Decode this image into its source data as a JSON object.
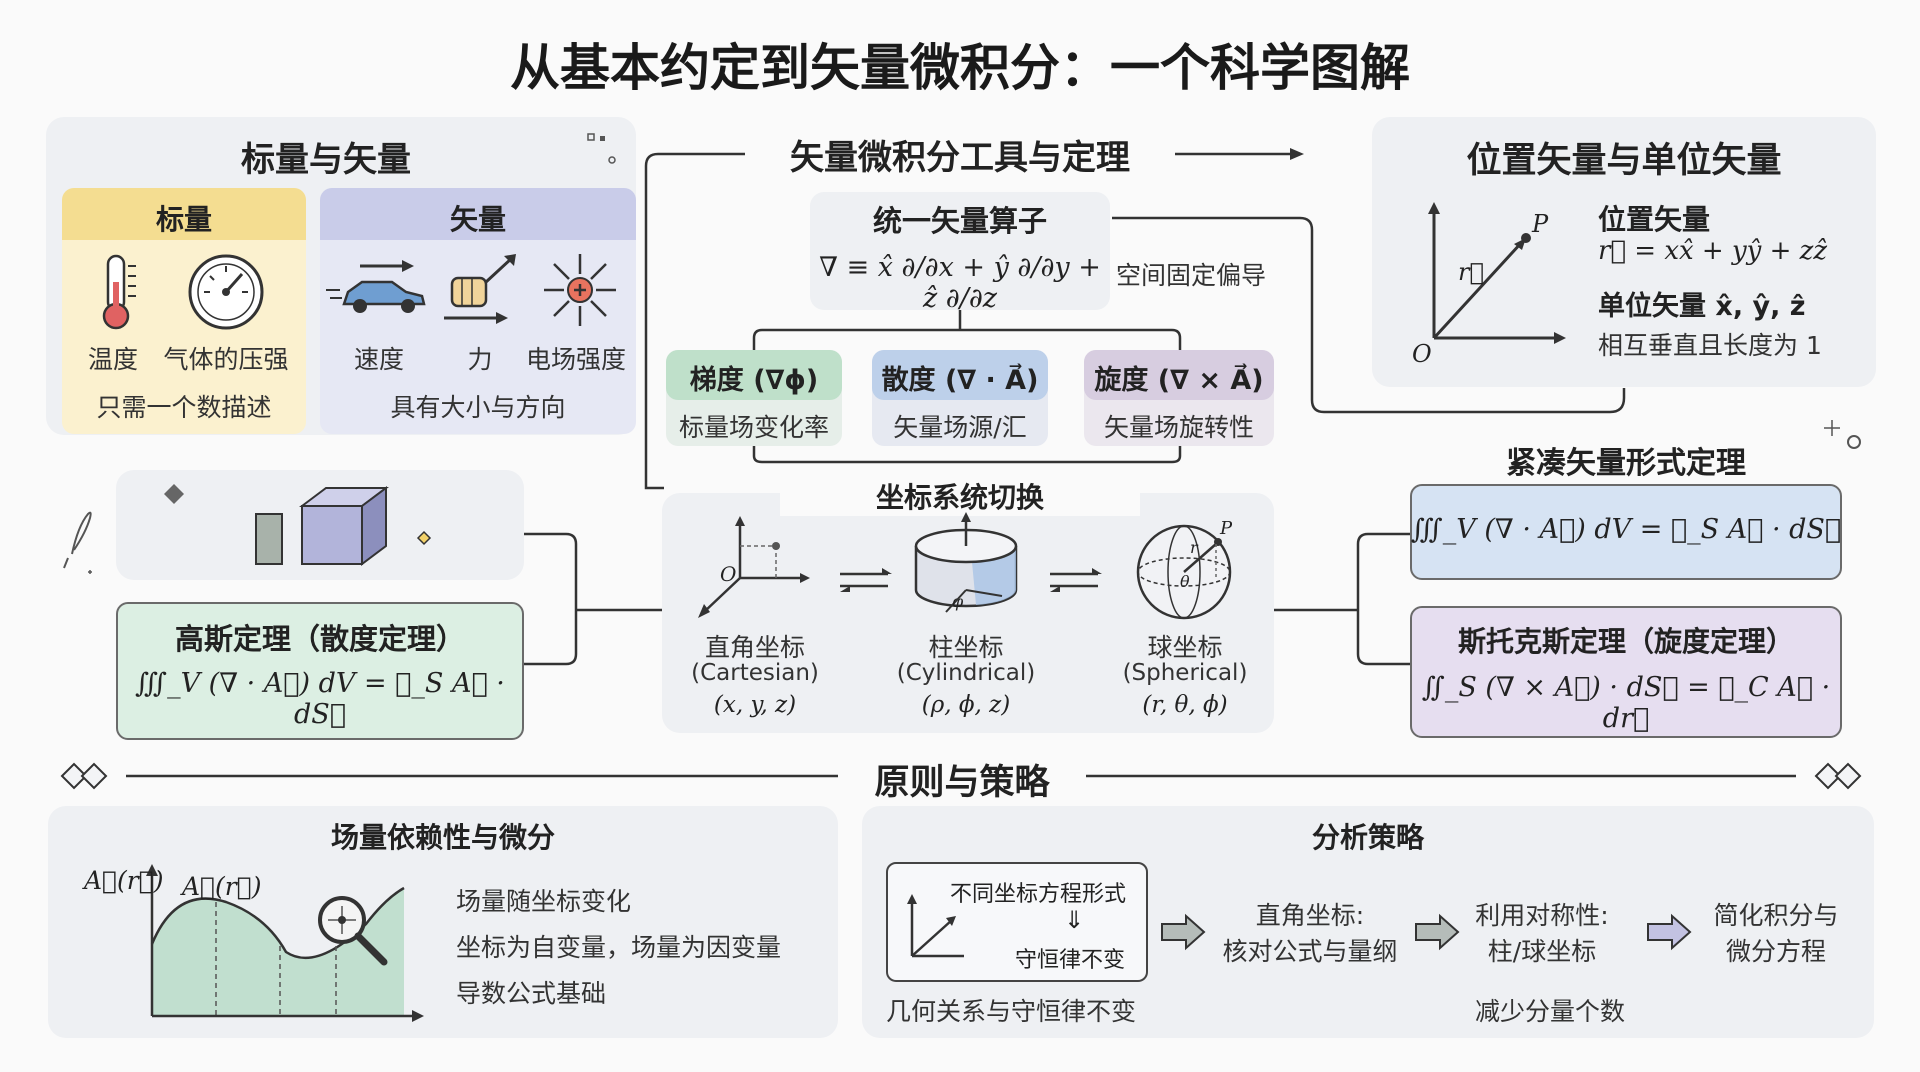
{
  "title": "从基本约定到矢量微积分：一个科学图解",
  "scalar_vector": {
    "title": "标量与矢量",
    "scalar": {
      "heading": "标量",
      "items": [
        "温度",
        "气体的压强"
      ],
      "caption": "只需一个数描述"
    },
    "vector": {
      "heading": "矢量",
      "items": [
        "速度",
        "力",
        "电场强度"
      ],
      "caption": "具有大小与方向"
    }
  },
  "tools": {
    "title": "矢量微积分工具与定理",
    "operator": {
      "title": "统一矢量算子",
      "formula": "∇ ≡ x̂ ∂/∂x + ŷ ∂/∂y + ẑ ∂/∂z",
      "note": "空间固定偏导"
    },
    "gradient": {
      "title": "梯度 (∇ϕ)",
      "desc": "标量场变化率"
    },
    "divergence": {
      "title": "散度 (∇ · A⃗)",
      "desc": "矢量场源/汇"
    },
    "curl": {
      "title": "旋度 (∇ × A⃗)",
      "desc": "矢量场旋转性"
    }
  },
  "position": {
    "title": "位置矢量与单位矢量",
    "pos_label": "位置矢量",
    "pos_formula": "r⃗ = xx̂ + yŷ + zẑ",
    "unit_label": "单位矢量 x̂, ŷ, ẑ",
    "unit_note": "相互垂直且长度为 1",
    "point": "P",
    "origin": "O",
    "vec": "r⃗"
  },
  "coords": {
    "title": "坐标系统切换",
    "systems": [
      {
        "name": "直角坐标",
        "en": "(Cartesian)",
        "vars": "(x, y, z)"
      },
      {
        "name": "柱坐标",
        "en": "(Cylindrical)",
        "vars": "(ρ, ϕ, z)"
      },
      {
        "name": "球坐标",
        "en": "(Spherical)",
        "vars": "(r, θ, ϕ)"
      }
    ],
    "labels": {
      "origin": "O",
      "phi": "φ",
      "point": "P",
      "r": "r",
      "theta": "θ"
    }
  },
  "gauss": {
    "title": "高斯定理（散度定理）",
    "formula": "∭_V (∇ · A⃗) dV = ∯_S A⃗ · dS⃗"
  },
  "compact": {
    "title": "紧凑矢量形式定理",
    "formula": "∭_V (∇ · A⃗) dV = ∯_S A⃗ · dS⃗"
  },
  "stokes": {
    "title": "斯托克斯定理（旋度定理）",
    "formula": "∬_S (∇ × A⃗) · dS⃗ = ∮_C A⃗ · dr⃗"
  },
  "principles": {
    "title": "原则与策略",
    "field": {
      "title": "场量依赖性与微分",
      "axis_label": "A⃗(r⃗)",
      "curve_label": "A⃗(r⃗)",
      "lines": [
        "场量随坐标变化",
        "坐标为自变量，场量为因变量",
        "导数公式基础"
      ]
    },
    "strategy": {
      "title": "分析策略",
      "box_top": "不同坐标方程形式",
      "box_arrow": "⇓",
      "box_bottom": "守恒律不变",
      "box_caption": "几何关系与守恒律不变",
      "step1": [
        "直角坐标:",
        "核对公式与量纲"
      ],
      "step2": [
        "利用对称性:",
        "柱/球坐标"
      ],
      "step2_note": "减少分量个数",
      "step3": [
        "简化积分与",
        "微分方程"
      ]
    }
  },
  "colors": {
    "scalar_head": "#f4dd91",
    "vector_head": "#c9cce9",
    "gradient": "#bfe0ca",
    "divergence": "#bdd0ea",
    "curl": "#d7cde0",
    "gauss": "#dcefe3",
    "stokes": "#e6def0",
    "compact": "#d6e3f3"
  }
}
